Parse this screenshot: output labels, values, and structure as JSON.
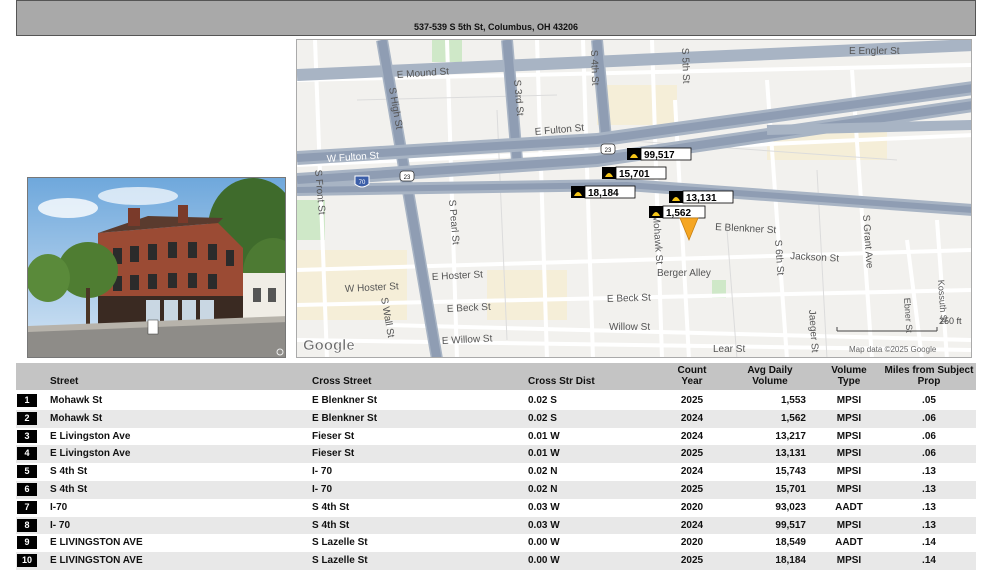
{
  "header": {
    "address": "537-539 S 5th St, Columbus, OH 43206"
  },
  "map": {
    "street_labels": [
      "E Engler St",
      "E Mound St",
      "S High St",
      "S 3rd St",
      "S 4th St",
      "S 5th St",
      "E Fulton St",
      "W Fulton St",
      "S Front St",
      "S Pearl St",
      "E Hoster St",
      "W Hoster St",
      "S Wall St",
      "E Beck St",
      "E Willow St",
      "Willow St",
      "Berger Alley",
      "Mohawk St",
      "E Blenkner St",
      "Jackson St",
      "S Grant Ave",
      "S 6th St",
      "Lear St",
      "Jaeger St",
      "E Beck St",
      "Ebner St",
      "Kossuth St"
    ],
    "highway_shields": [
      "70",
      "23",
      "23"
    ],
    "count_markers": [
      "99,517",
      "15,701",
      "18,184",
      "13,131",
      "1,562"
    ],
    "logo": "Google",
    "scale": "250 ft",
    "attribution": "Map data ©2025 Google",
    "pin_color": "#f5a623"
  },
  "table": {
    "headers": {
      "street": "Street",
      "cross_street": "Cross Street",
      "cross_dist": "Cross Str Dist",
      "count_year": "Count Year",
      "avg_daily": "Avg Daily Volume",
      "volume_type": "Volume Type",
      "miles": "Miles from Subject Prop"
    },
    "rows": [
      {
        "n": "1",
        "street": "Mohawk St",
        "cross": "E Blenkner St",
        "dist": "0.02 S",
        "year": "2025",
        "vol": "1,553",
        "type": "MPSI",
        "miles": ".05"
      },
      {
        "n": "2",
        "street": "Mohawk St",
        "cross": "E Blenkner St",
        "dist": "0.02 S",
        "year": "2024",
        "vol": "1,562",
        "type": "MPSI",
        "miles": ".06"
      },
      {
        "n": "3",
        "street": "E Livingston Ave",
        "cross": "Fieser St",
        "dist": "0.01 W",
        "year": "2024",
        "vol": "13,217",
        "type": "MPSI",
        "miles": ".06"
      },
      {
        "n": "4",
        "street": "E Livingston Ave",
        "cross": "Fieser St",
        "dist": "0.01 W",
        "year": "2025",
        "vol": "13,131",
        "type": "MPSI",
        "miles": ".06"
      },
      {
        "n": "5",
        "street": "S 4th St",
        "cross": "I- 70",
        "dist": "0.02 N",
        "year": "2024",
        "vol": "15,743",
        "type": "MPSI",
        "miles": ".13"
      },
      {
        "n": "6",
        "street": "S 4th St",
        "cross": "I- 70",
        "dist": "0.02 N",
        "year": "2025",
        "vol": "15,701",
        "type": "MPSI",
        "miles": ".13"
      },
      {
        "n": "7",
        "street": "I-70",
        "cross": "S 4th St",
        "dist": "0.03 W",
        "year": "2020",
        "vol": "93,023",
        "type": "AADT",
        "miles": ".13"
      },
      {
        "n": "8",
        "street": "I- 70",
        "cross": "S 4th St",
        "dist": "0.03 W",
        "year": "2024",
        "vol": "99,517",
        "type": "MPSI",
        "miles": ".13"
      },
      {
        "n": "9",
        "street": "E LIVINGSTON AVE",
        "cross": "S Lazelle St",
        "dist": "0.00 W",
        "year": "2020",
        "vol": "18,549",
        "type": "AADT",
        "miles": ".14"
      },
      {
        "n": "10",
        "street": "E LIVINGSTON AVE",
        "cross": "S Lazelle St",
        "dist": "0.00 W",
        "year": "2025",
        "vol": "18,184",
        "type": "MPSI",
        "miles": ".14"
      }
    ]
  }
}
